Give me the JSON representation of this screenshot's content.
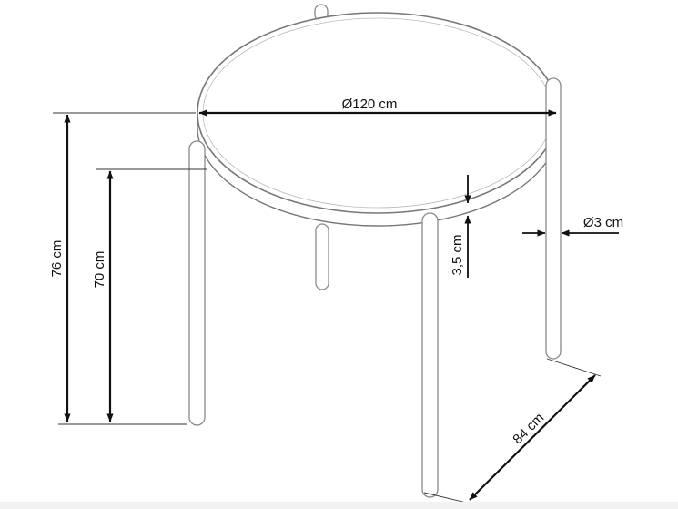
{
  "colors": {
    "line": "#111111",
    "leg_stroke": "#8a8a8a",
    "leg_fill": "#ffffff",
    "background": "#ffffff"
  },
  "dimensions": {
    "diameter": "Ø120 cm",
    "total_height": "76 cm",
    "leg_height": "70 cm",
    "top_thickness": "3,5 cm",
    "leg_diameter": "Ø3 cm",
    "leg_spacing": "84 cm"
  }
}
